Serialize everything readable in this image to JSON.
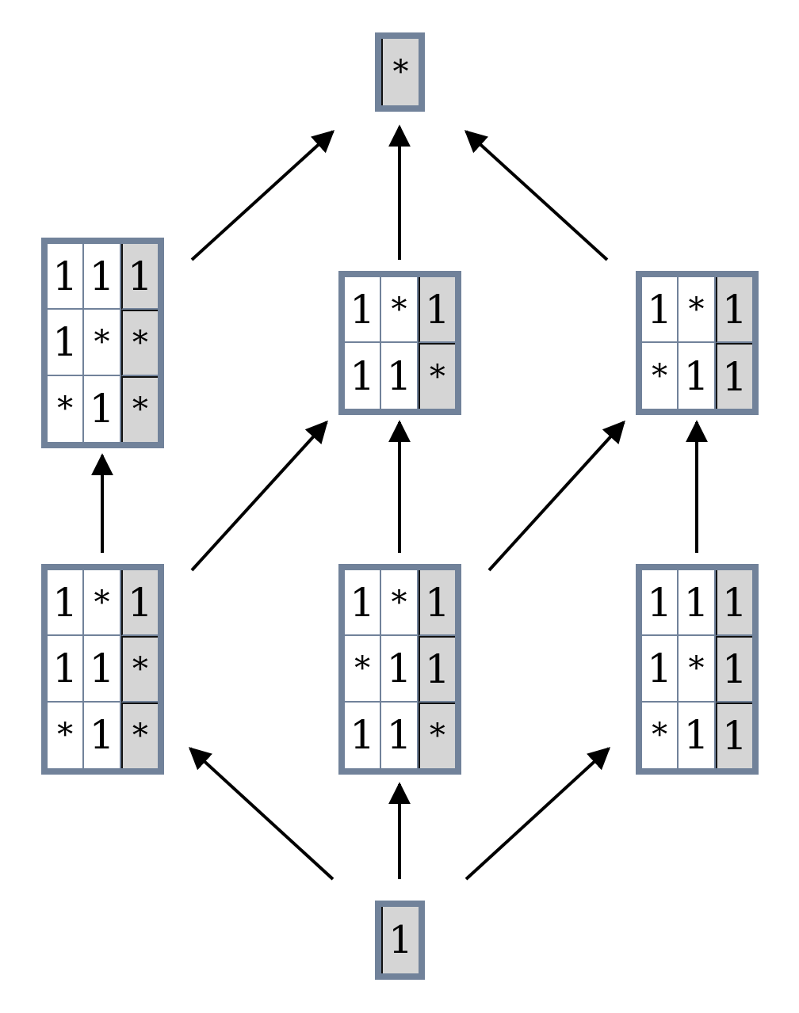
{
  "diagram": {
    "top": {
      "cells": [
        [
          "*"
        ]
      ]
    },
    "bottom": {
      "cells": [
        [
          "1"
        ]
      ]
    },
    "level2": [
      {
        "name": "level2-left",
        "cells": [
          [
            "1",
            "1",
            "1"
          ],
          [
            "1",
            "*",
            "*"
          ],
          [
            "*",
            "1",
            "*"
          ]
        ]
      },
      {
        "name": "level2-center",
        "cells": [
          [
            "1",
            "*",
            "1"
          ],
          [
            "1",
            "1",
            "*"
          ]
        ]
      },
      {
        "name": "level2-right",
        "cells": [
          [
            "1",
            "*",
            "1"
          ],
          [
            "*",
            "1",
            "1"
          ]
        ]
      }
    ],
    "level1": [
      {
        "name": "level1-left",
        "cells": [
          [
            "1",
            "*",
            "1"
          ],
          [
            "1",
            "1",
            "*"
          ],
          [
            "*",
            "1",
            "*"
          ]
        ]
      },
      {
        "name": "level1-center",
        "cells": [
          [
            "1",
            "*",
            "1"
          ],
          [
            "*",
            "1",
            "1"
          ],
          [
            "1",
            "1",
            "*"
          ]
        ]
      },
      {
        "name": "level1-right",
        "cells": [
          [
            "1",
            "1",
            "1"
          ],
          [
            "1",
            "*",
            "1"
          ],
          [
            "*",
            "1",
            "1"
          ]
        ]
      }
    ]
  }
}
